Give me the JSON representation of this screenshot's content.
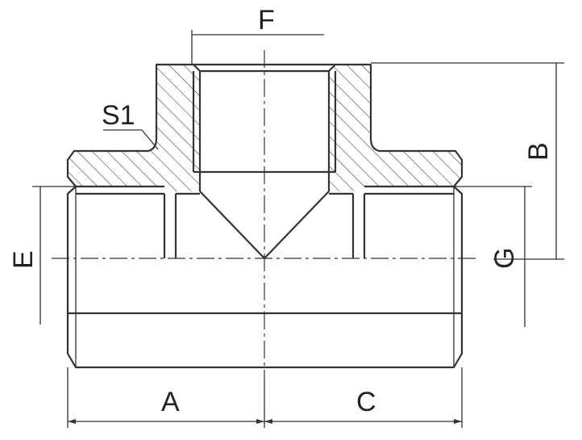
{
  "labels": {
    "a": "A",
    "b": "B",
    "c": "C",
    "e": "E",
    "f": "F",
    "g": "G",
    "s1": "S1"
  },
  "colors": {
    "line": "#333333",
    "background": "#ffffff"
  }
}
